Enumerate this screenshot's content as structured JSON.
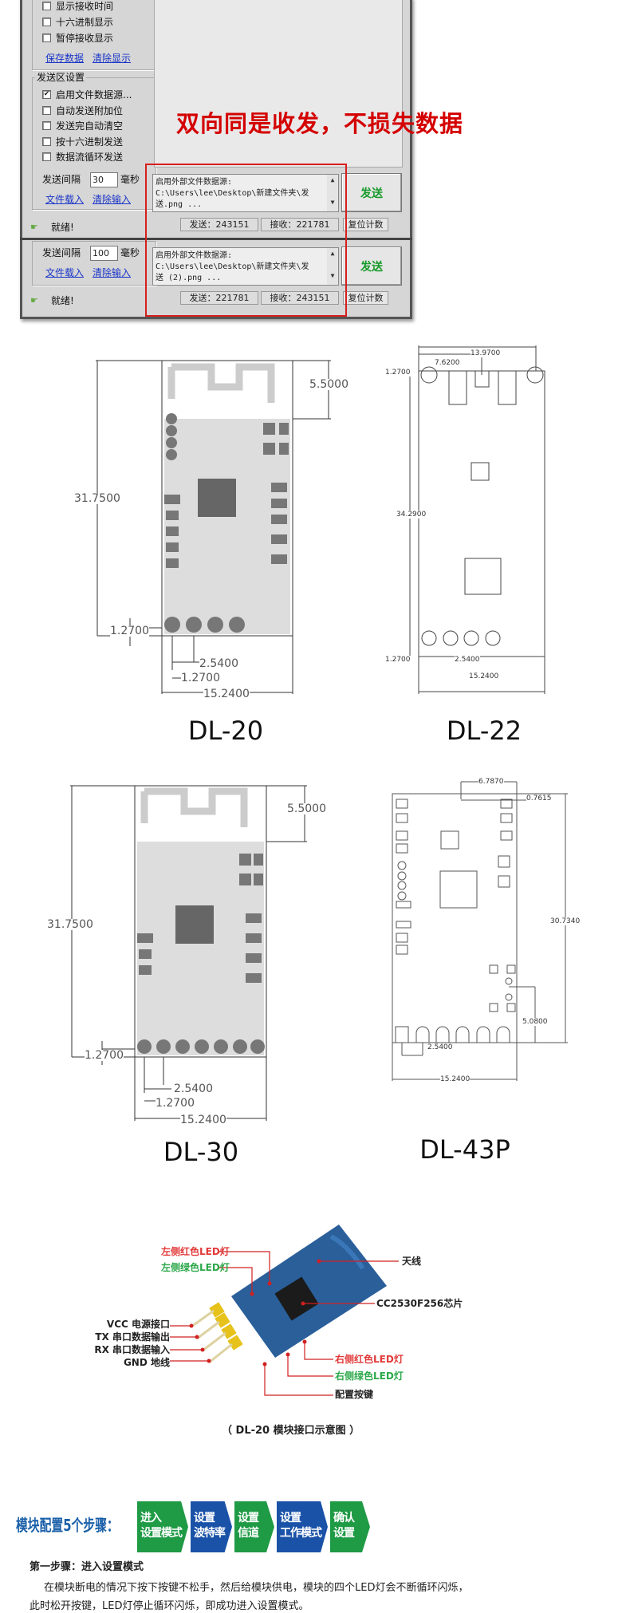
{
  "software": {
    "receive_options": [
      "显示接收时间",
      "十六进制显示",
      "暂停接收显示"
    ],
    "save_data_link": "保存数据",
    "clear_display_link": "清除显示",
    "send_group_title": "发送区设置",
    "send_options": [
      {
        "label": "启用文件数据源...",
        "checked": true
      },
      {
        "label": "自动发送附加位",
        "checked": false
      },
      {
        "label": "发送完自动清空",
        "checked": false
      },
      {
        "label": "按十六进制发送",
        "checked": false
      },
      {
        "label": "数据流循环发送",
        "checked": false
      }
    ],
    "headline": "双向同是收发，不损失数据",
    "panels": [
      {
        "interval_label": "发送间隔",
        "interval_value": "30",
        "interval_unit": "毫秒",
        "file_load_link": "文件载入",
        "clear_input_link": "清除输入",
        "send_text": "启用外部文件数据源:\nC:\\Users\\lee\\Desktop\\新建文件夹\\发\n送.png ...",
        "send_button": "发送",
        "status": "就绪!",
        "sent": "发送：243151",
        "received": "接收：221781",
        "reset_button": "复位计数"
      },
      {
        "interval_label": "发送间隔",
        "interval_value": "100",
        "interval_unit": "毫秒",
        "file_load_link": "文件载入",
        "clear_input_link": "清除输入",
        "send_text": "启用外部文件数据源:\nC:\\Users\\lee\\Desktop\\新建文件夹\\发\n送 (2).png ...",
        "send_button": "发送",
        "status": "就绪!",
        "sent": "发送：221781",
        "received": "接收：243151",
        "reset_button": "复位计数"
      }
    ],
    "colors": {
      "headline": "#d40000",
      "send_button": "#179a2a",
      "link": "#1a35c8"
    }
  },
  "drawings": [
    {
      "model": "DL-20",
      "length": "31.7500",
      "antenna": "5.5000",
      "pin_offset": "1.2700",
      "pitch": "2.5400",
      "edge": "1.2700",
      "width": "15.2400"
    },
    {
      "model": "DL-22",
      "top_span": "13.9700",
      "top_offset": "7.6200",
      "top_edge": "1.2700",
      "length": "34.2900",
      "bottom_edge": "1.2700",
      "pitch": "2.5400",
      "width": "15.2400"
    },
    {
      "model": "DL-30",
      "length": "31.7500",
      "antenna": "5.5000",
      "pin_offset": "1.2700",
      "pitch": "2.5400",
      "edge": "1.2700",
      "width": "15.2400"
    },
    {
      "model": "DL-43P",
      "top_span": "6.7870",
      "top_edge": "0.7615",
      "length": "30.7340",
      "led_offset": "5.0800",
      "pitch": "2.5400",
      "width": "15.2400"
    }
  ],
  "module": {
    "labels": {
      "left_red_led": "左侧红色LED灯",
      "left_green_led": "左侧绿色LED灯",
      "antenna": "天线",
      "chip": "CC2530F256芯片",
      "vcc": "VCC 电源接口",
      "tx": "TX 串口数据输出",
      "rx": "RX 串口数据输入",
      "gnd": "GND 地线",
      "right_red_led": "右侧红色LED灯",
      "right_green_led": "右侧绿色LED灯",
      "config_key": "配置按键"
    },
    "caption": "（ DL-20 模块接口示意图 ）"
  },
  "steps": {
    "title": "模块配置5个步骤：",
    "items": [
      {
        "l1": "进入",
        "l2": "设置模式",
        "color": "#1f9a45"
      },
      {
        "l1": "设置",
        "l2": "波特率",
        "color": "#1a52a8"
      },
      {
        "l1": "设置",
        "l2": "信道",
        "color": "#1f9a45"
      },
      {
        "l1": "设置",
        "l2": "工作模式",
        "color": "#1a52a8"
      },
      {
        "l1": "确认",
        "l2": "设置",
        "color": "#1f9a45"
      }
    ],
    "step1_title": "第一步骤：进入设置模式",
    "step1_text": "在模块断电的情况下按下按键不松手，然后给模块供电，模块的四个LED灯会不断循环闪烁，",
    "step1_text2": "此时松开按键，LED灯停止循环闪烁，即成功进入设置模式。"
  }
}
